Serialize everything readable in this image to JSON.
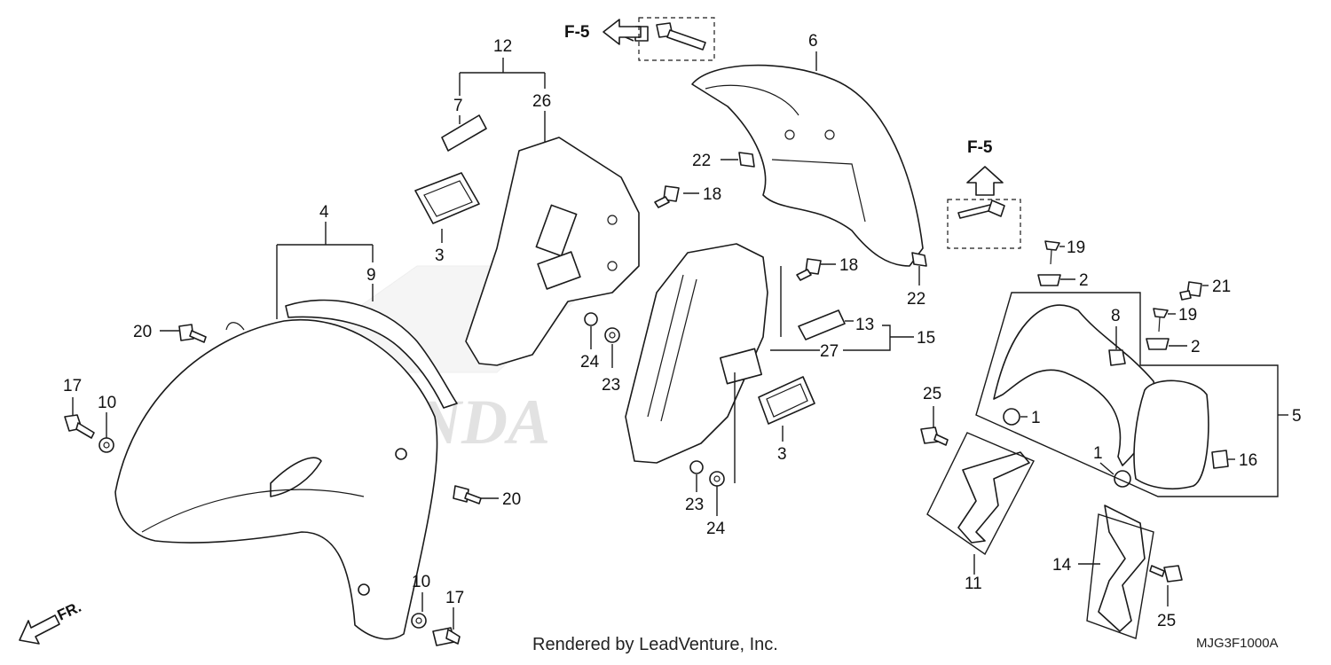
{
  "diagram": {
    "callouts": {
      "c1a": "1",
      "c1b": "1",
      "c2a": "2",
      "c2b": "2",
      "c3a": "3",
      "c3b": "3",
      "c4": "4",
      "c5": "5",
      "c6": "6",
      "c7": "7",
      "c8": "8",
      "c9": "9",
      "c10a": "10",
      "c10b": "10",
      "c11": "11",
      "c12": "12",
      "c13": "13",
      "c14": "14",
      "c15": "15",
      "c16": "16",
      "c17a": "17",
      "c17b": "17",
      "c18a": "18",
      "c18b": "18",
      "c19a": "19",
      "c19b": "19",
      "c20a": "20",
      "c20b": "20",
      "c21": "21",
      "c22a": "22",
      "c22b": "22",
      "c23a": "23",
      "c23b": "23",
      "c24a": "24",
      "c24b": "24",
      "c25a": "25",
      "c25b": "25",
      "c26": "26",
      "c27": "27"
    },
    "refs": {
      "f5_left": "F-5",
      "f5_right": "F-5"
    },
    "direction_label": "FR.",
    "watermark": "HONDA",
    "footer": "Rendered by LeadVenture, Inc.",
    "diagram_code": "MJG3F1000A"
  }
}
